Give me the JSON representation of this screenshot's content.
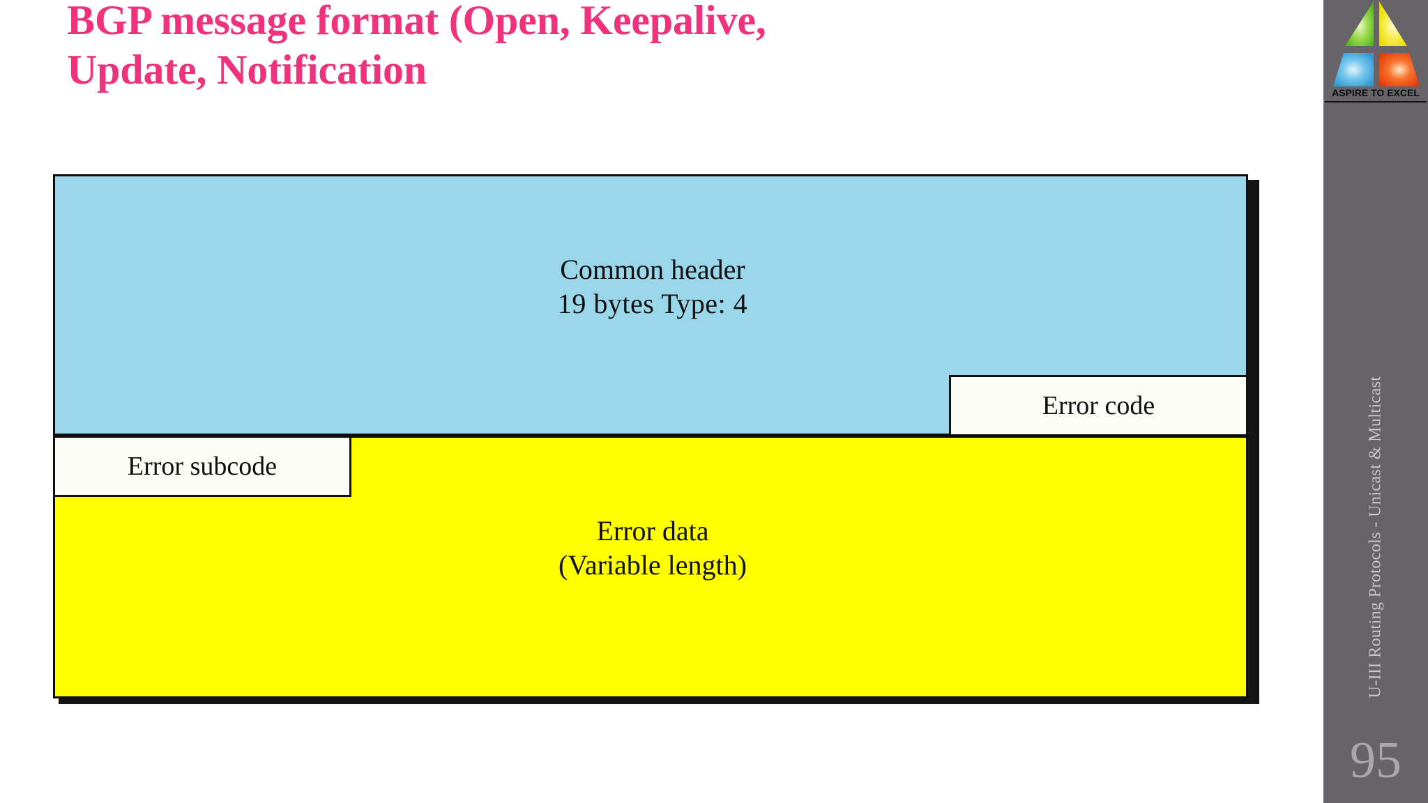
{
  "slide": {
    "title_lines": [
      "BGP message format (Open, Keepalive,",
      "Update, Notification"
    ],
    "title_color": "#F0327C",
    "background_color": "#FFFFFF"
  },
  "diagram": {
    "type": "packet-format",
    "blocks": [
      {
        "name": "common-header",
        "line1": "Common header",
        "line2": "19 bytes   Type: 4",
        "color": "#9BD7EA"
      },
      {
        "name": "error-code",
        "label": "Error code",
        "color": "#FDFDF8"
      },
      {
        "name": "error-subcode",
        "label": "Error subcode",
        "color": "#FDFDF8"
      },
      {
        "name": "error-data",
        "line1": "Error data",
        "line2": "(Variable length)",
        "color": "#FFFF00"
      }
    ]
  },
  "sidebar": {
    "background_color": "#666469",
    "logo": {
      "caption": "ASPIRE TO EXCEL",
      "shape_colors": {
        "top_left_triangle": "#63C42B",
        "top_right_triangle": "#F5E71C",
        "bottom_left_trapezoid": "#3EA8DE",
        "bottom_right_trapezoid": "#F04E18"
      }
    },
    "vertical_text": "U-III Routing Protocols - Unicast & Multicast",
    "page_number": "95"
  }
}
